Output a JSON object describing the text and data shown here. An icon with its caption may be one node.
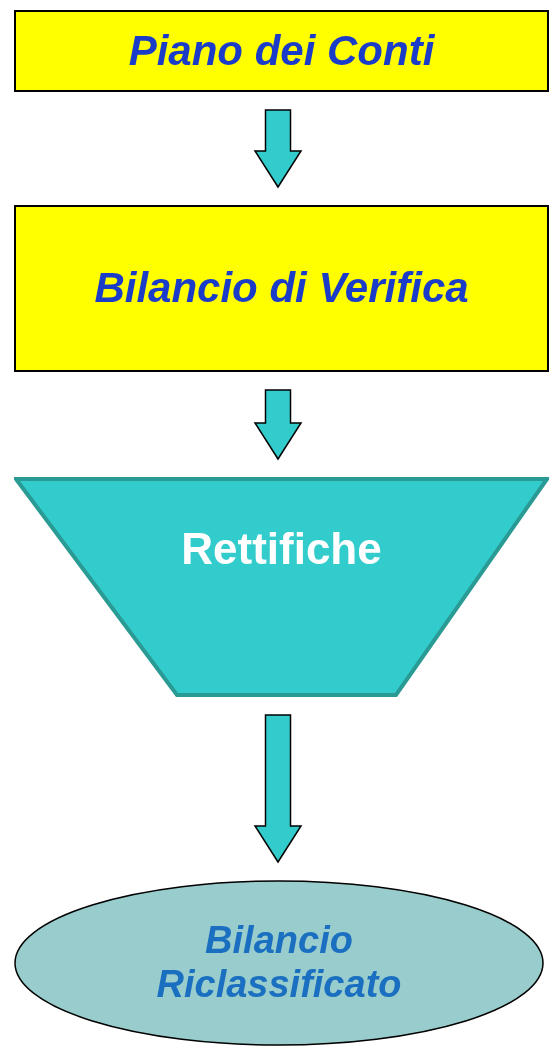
{
  "diagram": {
    "nodes": [
      {
        "text": [
          "Piano dei Conti"
        ]
      },
      {
        "text": [
          "Bilancio di Verifica"
        ]
      },
      {
        "text": [
          "Rettifiche"
        ]
      },
      {
        "text": [
          "Bilancio Riclassificato"
        ]
      }
    ],
    "edges": [
      {
        "from": 0,
        "to": 1,
        "arrow": "to"
      },
      {
        "from": 1,
        "to": 2,
        "arrow": "to"
      },
      {
        "from": 2,
        "to": 3,
        "arrow": "to"
      }
    ]
  }
}
